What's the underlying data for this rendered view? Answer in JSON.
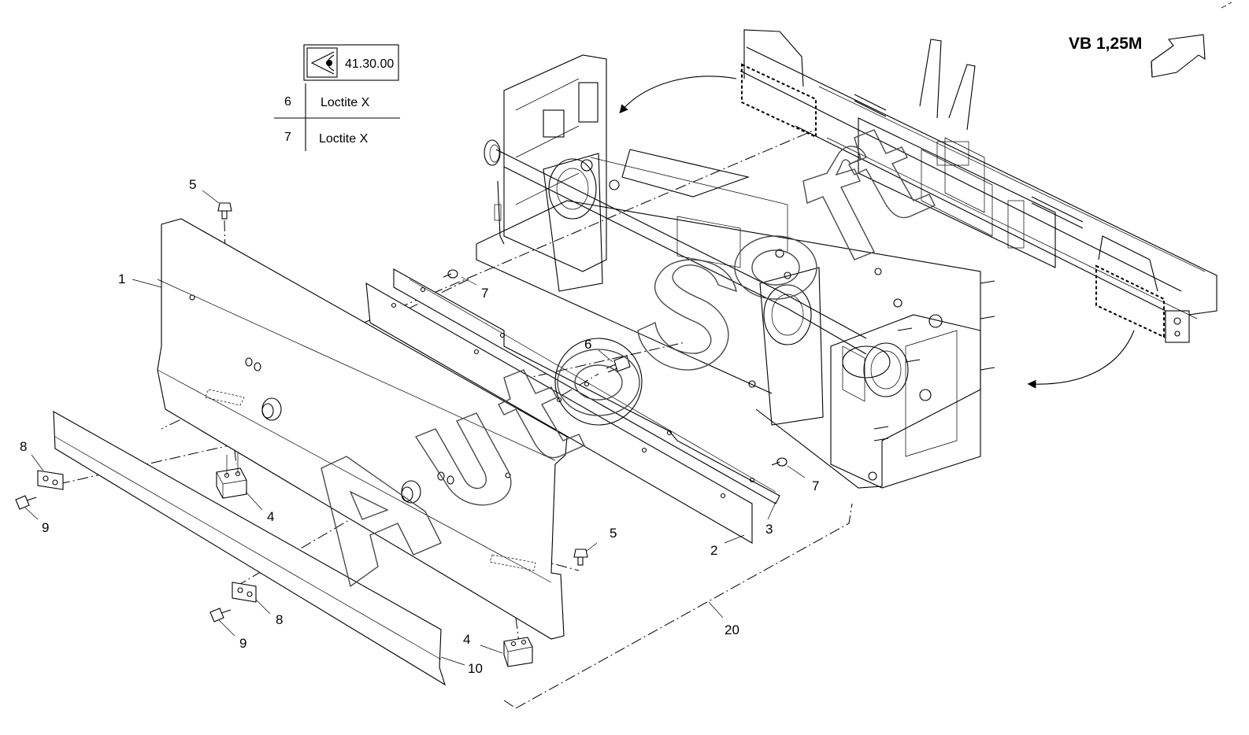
{
  "reference_box": {
    "code": "41.30.00",
    "icon": "eye-view-icon"
  },
  "notes": [
    {
      "number": "6",
      "text": "Loctite X"
    },
    {
      "number": "7",
      "text": "Loctite X"
    }
  ],
  "view_label": "VB 1,25M",
  "callouts": {
    "c1": "1",
    "c2": "2",
    "c3": "3",
    "c4a": "4",
    "c4b": "4",
    "c5a": "5",
    "c5b": "5",
    "c6": "6",
    "c7a": "7",
    "c7b": "7",
    "c8a": "8",
    "c8b": "8",
    "c9a": "9",
    "c9b": "9",
    "c10": "10",
    "c20": "20"
  },
  "watermark": "AutoSoft"
}
